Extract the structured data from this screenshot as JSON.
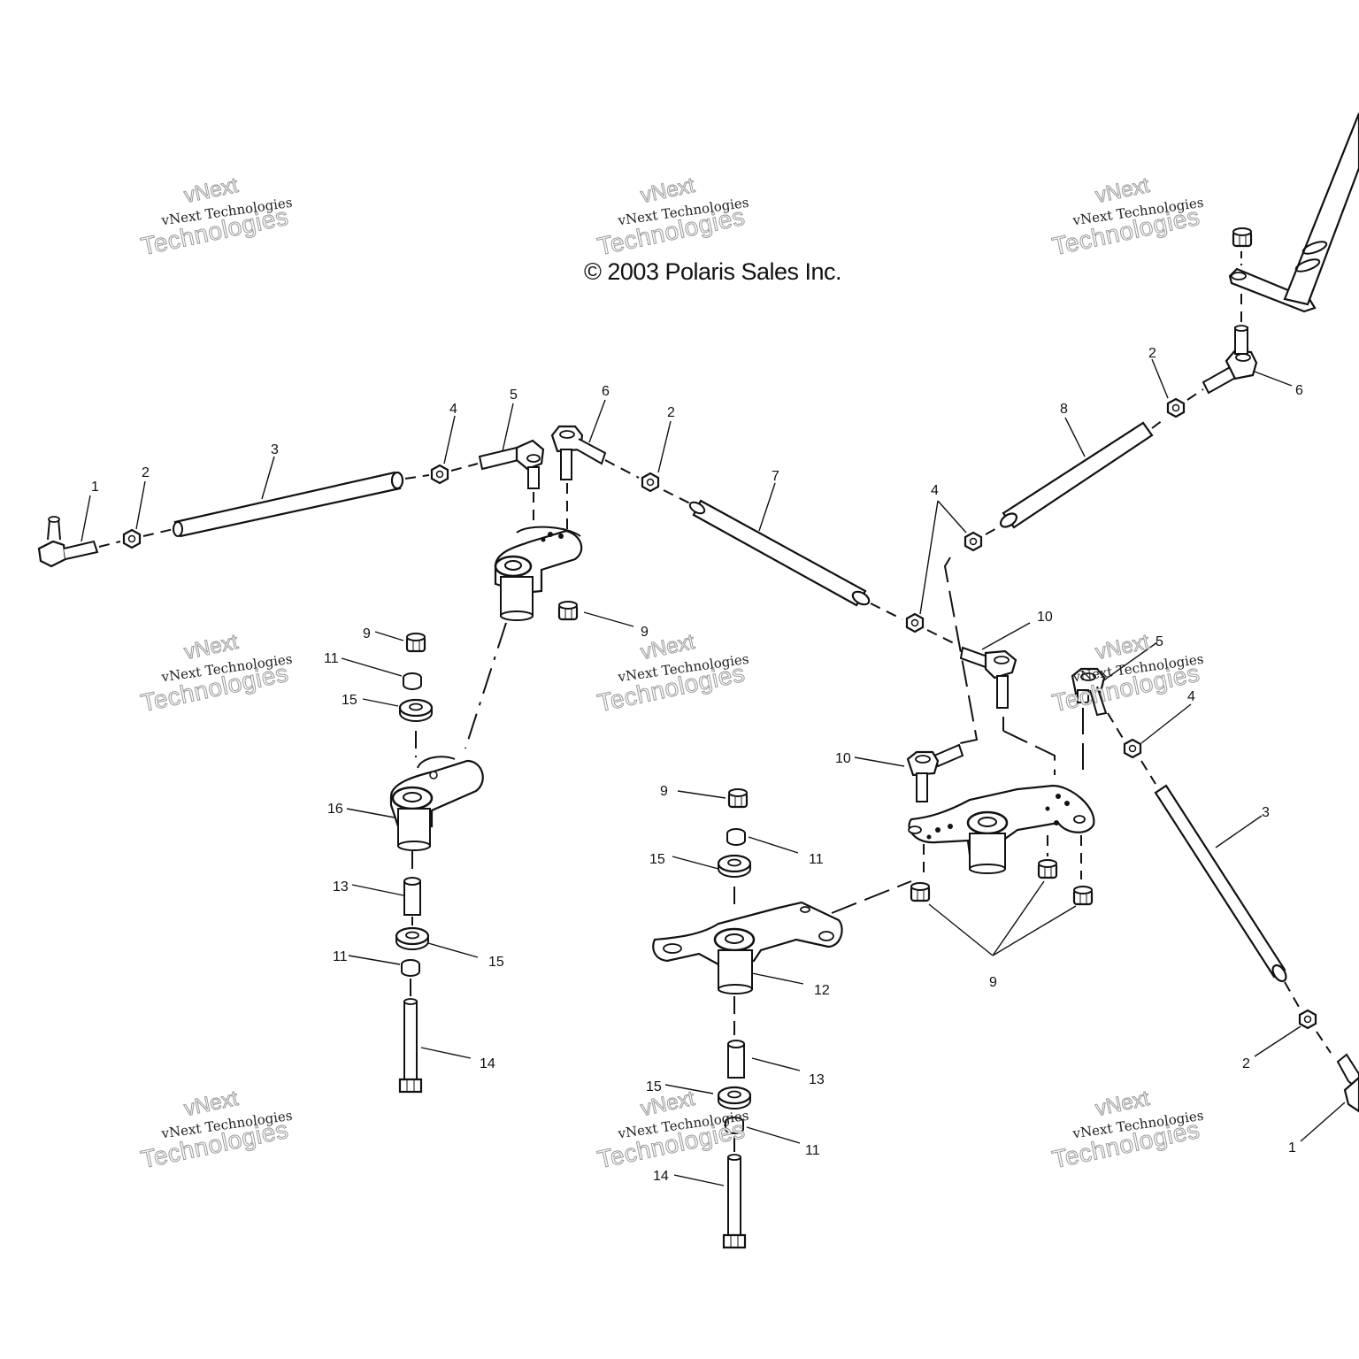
{
  "copyright": "© 2003 Polaris Sales Inc.",
  "watermark": {
    "brand": "vNext",
    "line1": "vNext Technologies",
    "line2": "Technologies"
  },
  "callouts": [
    "1",
    "2",
    "3",
    "4",
    "5",
    "6",
    "7",
    "8",
    "9",
    "10",
    "11",
    "12",
    "13",
    "14",
    "15",
    "16"
  ],
  "colors": {
    "line": "#111111",
    "part_fill": "#ffffff",
    "watermark_outline": "#999999"
  }
}
